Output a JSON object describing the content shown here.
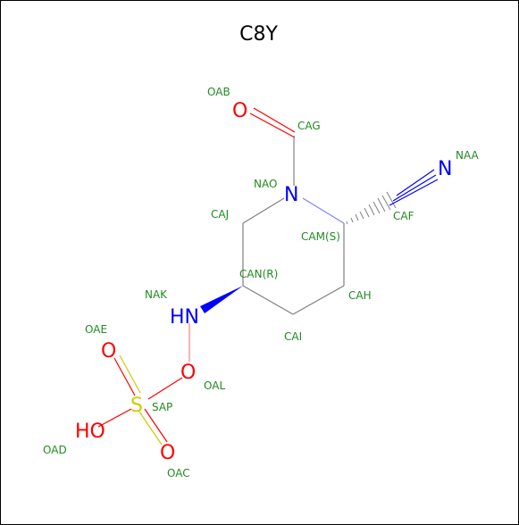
{
  "title": "C8Y",
  "colors": {
    "carbon": "#808080",
    "nitrogen": "#0000ff",
    "oxygen": "#ff0000",
    "sulfur": "#cccc00",
    "label": "#228b22",
    "border": "#000000"
  },
  "atoms": {
    "O_acyl": "O",
    "N_nitrile": "N",
    "N_ring": "N",
    "NH": "HN",
    "O_link": "O",
    "S": "S",
    "O_top": "O",
    "OH": "HO",
    "O_bottom": "O"
  },
  "labels": {
    "OAB": "OAB",
    "CAG": "CAG",
    "NAA": "NAA",
    "NAO": "NAO",
    "CAJ": "CAJ",
    "CAF": "CAF",
    "CAM": "CAM(S)",
    "CAN": "CAN(R)",
    "NAK": "NAK",
    "CAH": "CAH",
    "CAI": "CAI",
    "OAE": "OAE",
    "OAL": "OAL",
    "SAP": "SAP",
    "OAD": "OAD",
    "OAC": "OAC"
  }
}
